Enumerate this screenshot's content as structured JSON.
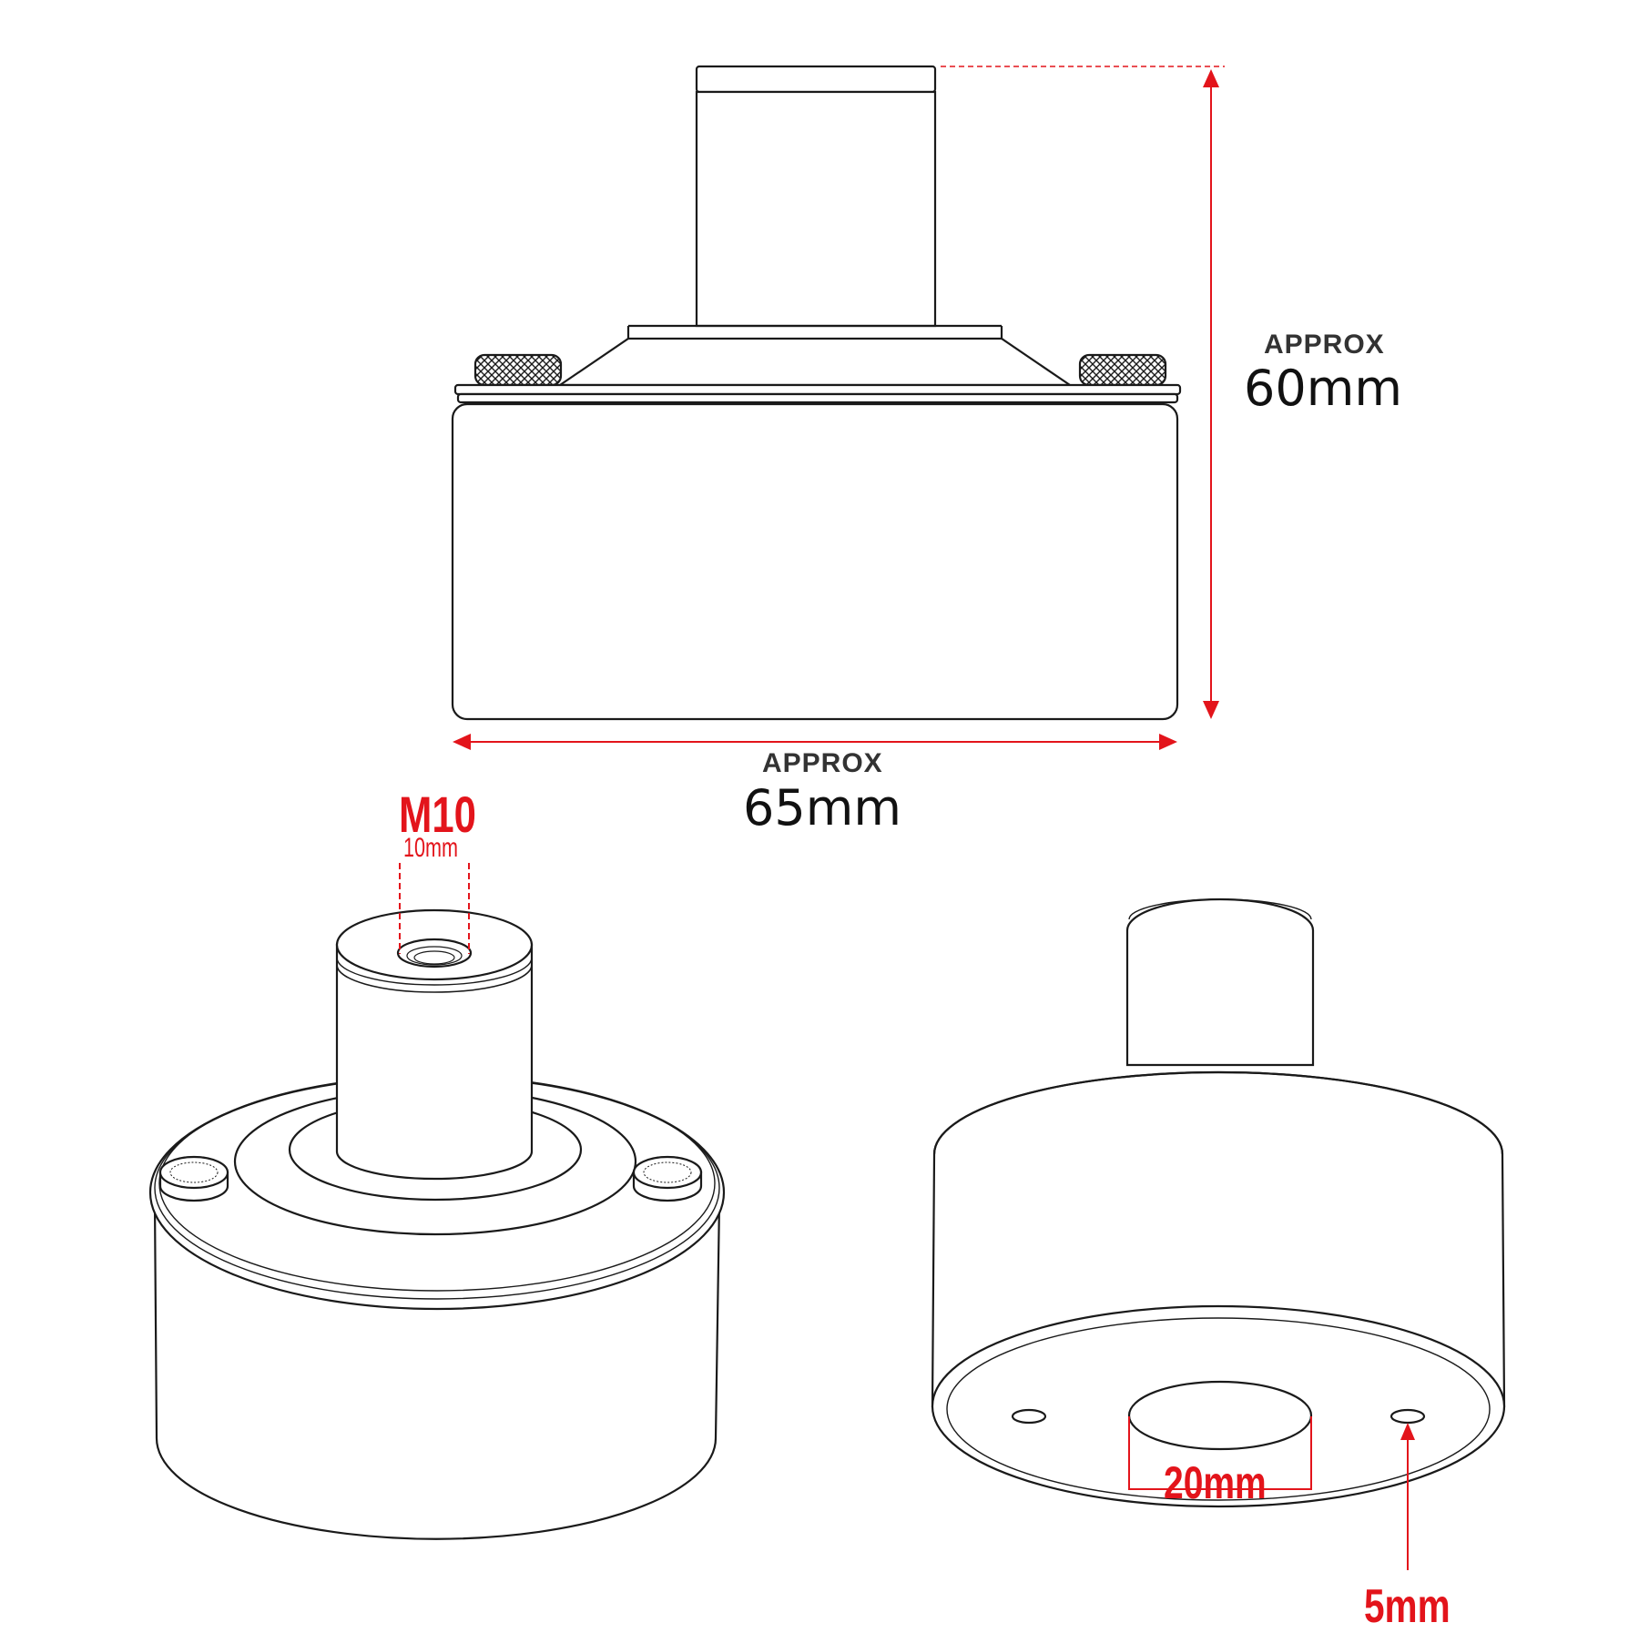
{
  "colors": {
    "line": "#1a1a1a",
    "accent": "#e3141b",
    "text": "#333333"
  },
  "front_view": {
    "height_label": "APPROX",
    "height_value": "60mm",
    "width_label": "APPROX",
    "width_value": "65mm"
  },
  "top_view": {
    "thread_label": "M10",
    "thread_value": "10mm"
  },
  "bottom_view": {
    "hole_label": "20mm",
    "screw_label": "5mm"
  }
}
